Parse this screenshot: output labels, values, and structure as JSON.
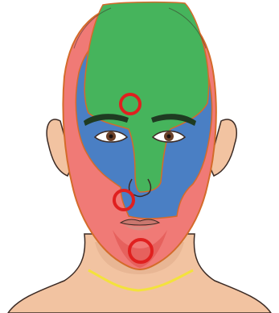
{
  "figure": {
    "colors": {
      "background": "#ffffff",
      "skin": "#f2c3a1",
      "skin_shadow": "#d89e7a",
      "outline": "#3b2a24",
      "zone_red": "#f07a76",
      "zone_red_dark": "#e0504c",
      "zone_green": "#46b45c",
      "zone_blue": "#4a7fc4",
      "zone_border": "#d46b2a",
      "marker": "#e0201f",
      "neck_line": "#f3e23c",
      "eyebrow": "#1f3b22",
      "iris": "#6a4028"
    },
    "zones": [
      "red-lateral-zone",
      "green-central-zone",
      "blue-periorbital-zone"
    ],
    "markers": [
      "forehead-marker",
      "nasolabial-marker",
      "chin-marker"
    ]
  }
}
